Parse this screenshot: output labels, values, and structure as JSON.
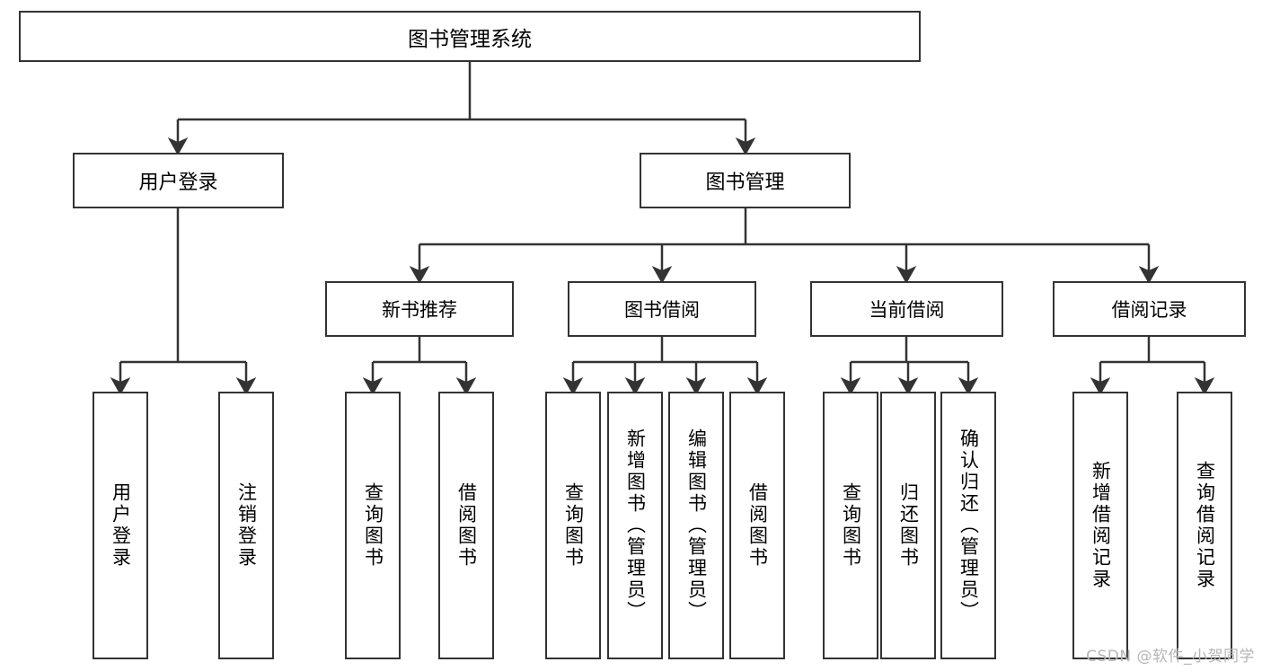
{
  "diagram": {
    "title": "图书管理系统",
    "type": "tree-hierarchy-chart",
    "colors": {
      "box_border": "#333333",
      "box_fill": "#ffffff",
      "edge": "#333333",
      "text": "#000000",
      "watermark": "#b6b6b6"
    },
    "root": {
      "label": "图书管理系统"
    },
    "level2": [
      {
        "label": "用户登录"
      },
      {
        "label": "图书管理"
      }
    ],
    "level3": [
      {
        "label": "新书推荐"
      },
      {
        "label": "图书借阅"
      },
      {
        "label": "当前借阅"
      },
      {
        "label": "借阅记录"
      }
    ],
    "leaves": {
      "user_login": [
        {
          "label": "用户登录"
        },
        {
          "label": "注销登录"
        }
      ],
      "new_book_recommend": [
        {
          "label": "查询图书"
        },
        {
          "label": "借阅图书"
        }
      ],
      "book_borrow": [
        {
          "label": "查询图书"
        },
        {
          "label": "新增图书（管理员）"
        },
        {
          "label": "编辑图书（管理员）"
        },
        {
          "label": "借阅图书"
        }
      ],
      "current_borrow": [
        {
          "label": "查询图书"
        },
        {
          "label": "归还图书"
        },
        {
          "label": "确认归还（管理员）"
        }
      ],
      "borrow_record": [
        {
          "label": "新增借阅记录"
        },
        {
          "label": "查询借阅记录"
        }
      ]
    }
  },
  "watermark": {
    "text": "CSDN @软件_小贺同学"
  }
}
